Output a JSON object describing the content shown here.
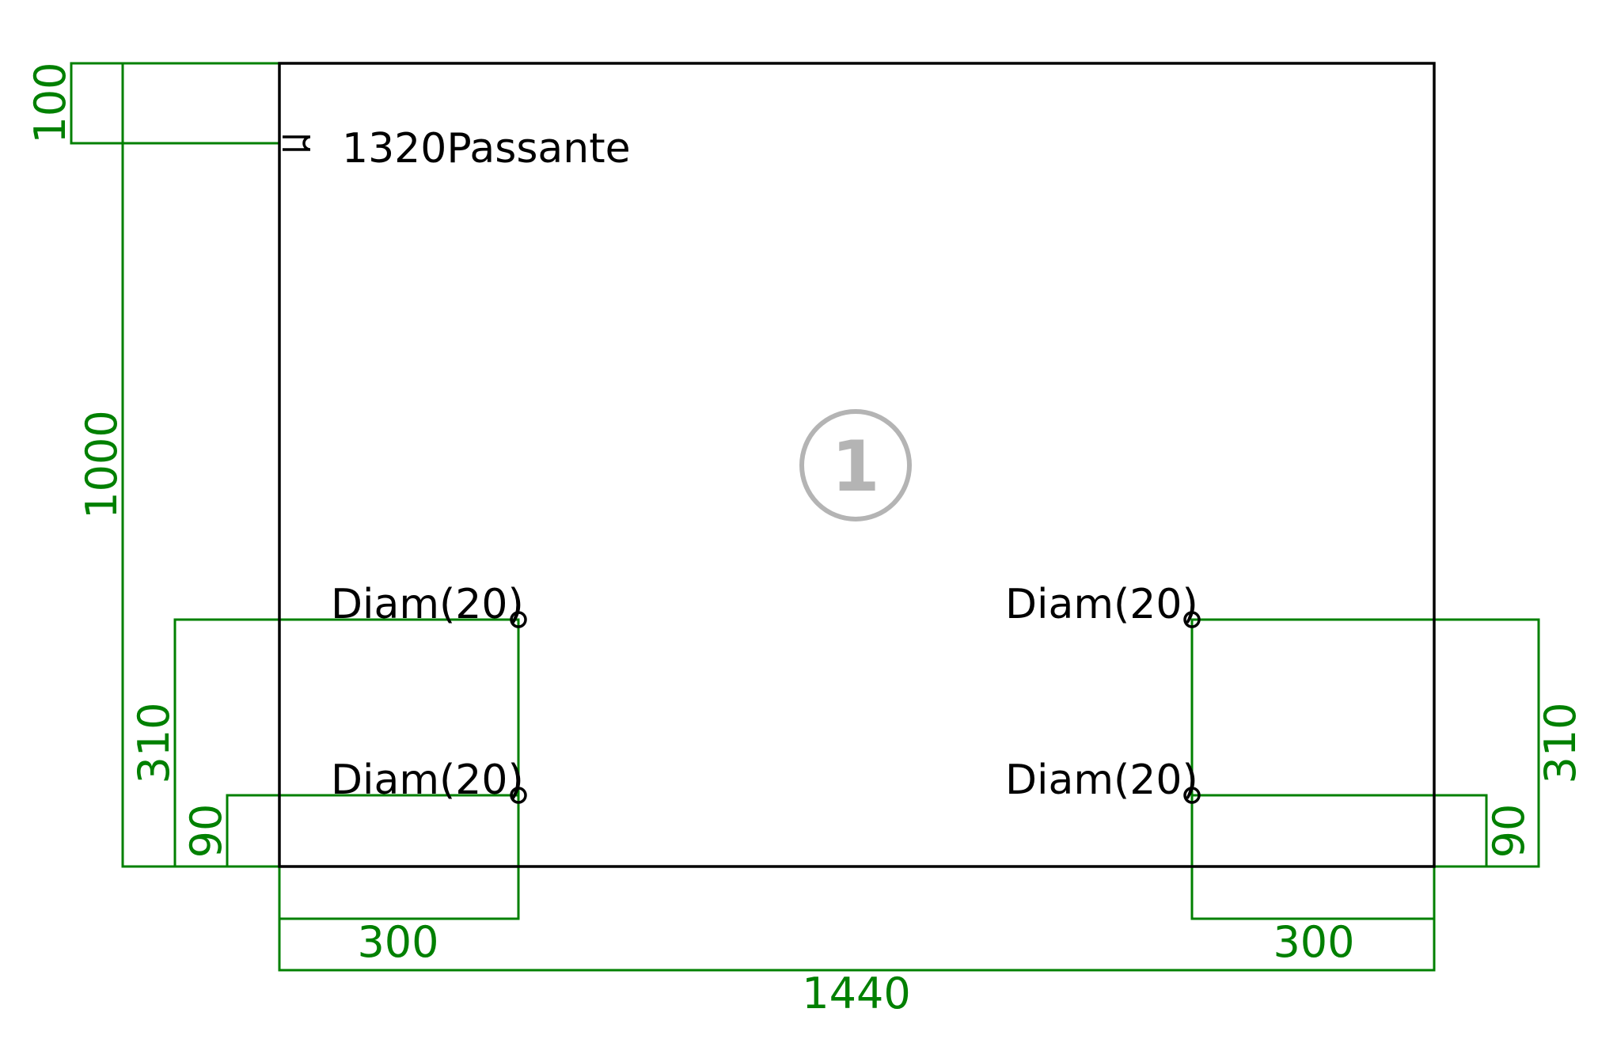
{
  "drawing": {
    "badge": "1",
    "groove_label": "1320Passante",
    "hole_labels": [
      "Diam(20)",
      "Diam(20)",
      "Diam(20)",
      "Diam(20)"
    ],
    "dimensions": {
      "top_offset": "100",
      "height": "1000",
      "left_hole_upper": "310",
      "left_hole_lower": "90",
      "right_hole_upper": "310",
      "right_hole_lower": "90",
      "left_hole_x": "300",
      "right_hole_x": "300",
      "width": "1440"
    },
    "colors": {
      "dimension": "#008000",
      "outline": "#000000",
      "badge": "#b4b4b4"
    }
  }
}
